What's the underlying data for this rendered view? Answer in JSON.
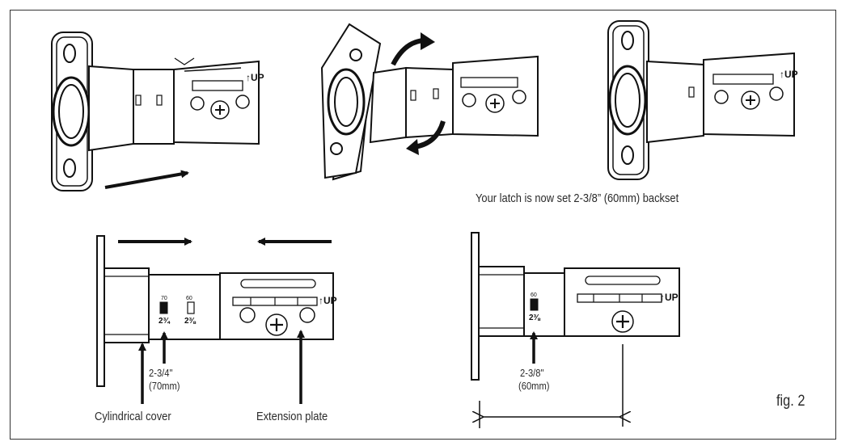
{
  "caption": "Your latch is now set 2-3/8” (60mm) backset",
  "fig_label": "fig. 2",
  "callouts": {
    "cover": "Cylindrical cover",
    "plate": "Extension plate",
    "left_dim_inch": "2-3/4\"",
    "left_dim_mm": "(70mm)",
    "right_dim_inch": "2-3/8\"",
    "right_dim_mm": "(60mm)"
  },
  "latch_markings": {
    "mark_70": "70",
    "mark_60": "60",
    "frac_70": "2¾",
    "frac_60": "2⅜",
    "up": "↑UP"
  }
}
